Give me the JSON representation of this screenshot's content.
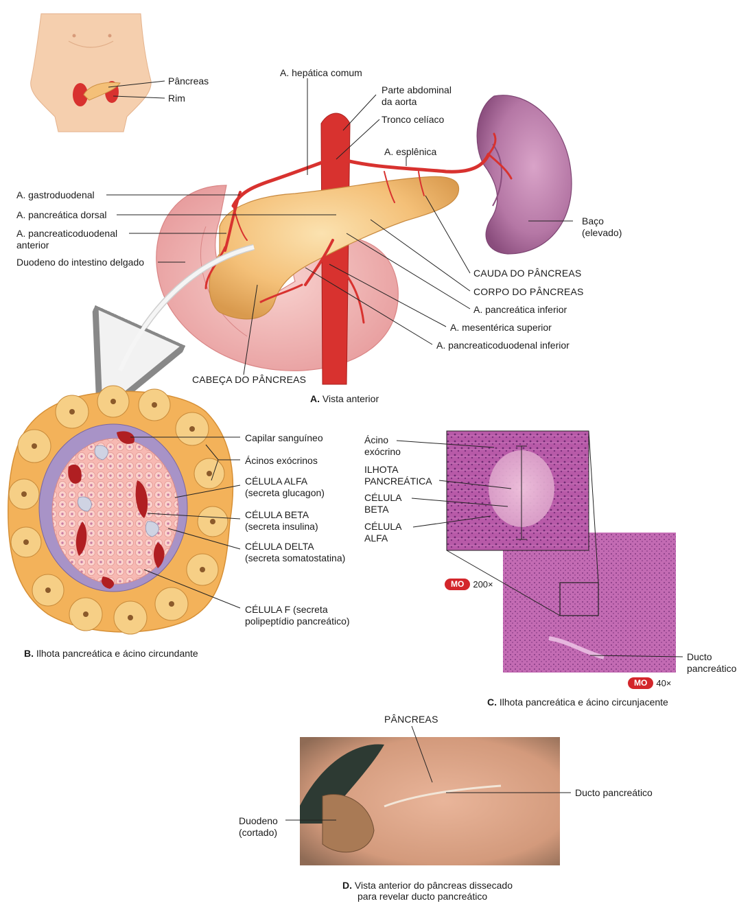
{
  "colors": {
    "artery": "#d8322f",
    "pancreas": "#f4c078",
    "spleen": "#a86595",
    "duodenum": "#efa9a9",
    "skin": "#f5cfae",
    "histo": "#b957a6",
    "badge": "#d3262b",
    "leader": "#222222"
  },
  "panelA": {
    "inset": {
      "pancreas": "Pâncreas",
      "kidney": "Rim"
    },
    "labels": {
      "hepatic": "A. hepática comum",
      "aorta": "Parte abdominal\nda aorta",
      "celiac": "Tronco celíaco",
      "splenic": "A. esplênica",
      "gastroduodenal": "A. gastroduodenal",
      "dorsal": "A. pancreática dorsal",
      "anterior_pd": "A. pancreaticoduodenal\nanterior",
      "duodenum": "Duodeno do intestino delgado",
      "spleen": "Baço\n(elevado)",
      "tail": "CAUDA DO PÂNCREAS",
      "body": "CORPO DO PÂNCREAS",
      "inferior_panc": "A. pancreática inferior",
      "sup_mesenteric": "A. mesentérica superior",
      "inferior_pd": "A. pancreaticoduodenal inferior",
      "head": "CABEÇA DO PÂNCREAS"
    },
    "caption_letter": "A.",
    "caption_text": "Vista anterior"
  },
  "panelB": {
    "labels": {
      "capillary": "Capilar sanguíneo",
      "acini": "Ácinos exócrinos",
      "alpha": "CÉLULA ALFA\n(secreta glucagon)",
      "beta": "CÉLULA BETA\n(secreta insulina)",
      "delta": "CÉLULA DELTA\n(secreta somatostatina)",
      "f_cell": "CÉLULA F (secreta\npolipeptídio pancreático)"
    },
    "caption_letter": "B.",
    "caption_text": "Ilhota pancreática e ácino circundante"
  },
  "panelC": {
    "labels": {
      "acinus": "Ácino\nexócrino",
      "islet": "ILHOTA\nPANCREÁTICA",
      "beta": "CÉLULA\nBETA",
      "alpha": "CÉLULA\nALFA",
      "duct": "Ducto\npancreático"
    },
    "badge_high": {
      "tag": "MO",
      "mag": "200×"
    },
    "badge_low": {
      "tag": "MO",
      "mag": "40×"
    },
    "caption_letter": "C.",
    "caption_text": "Ilhota pancreática e ácino circunjacente"
  },
  "panelD": {
    "labels": {
      "pancreas": "PÂNCREAS",
      "duct": "Ducto pancreático",
      "duodenum": "Duodeno\n(cortado)"
    },
    "caption_letter": "D.",
    "caption_line1": "Vista anterior do pâncreas dissecado",
    "caption_line2": "para revelar ducto pancreático"
  }
}
